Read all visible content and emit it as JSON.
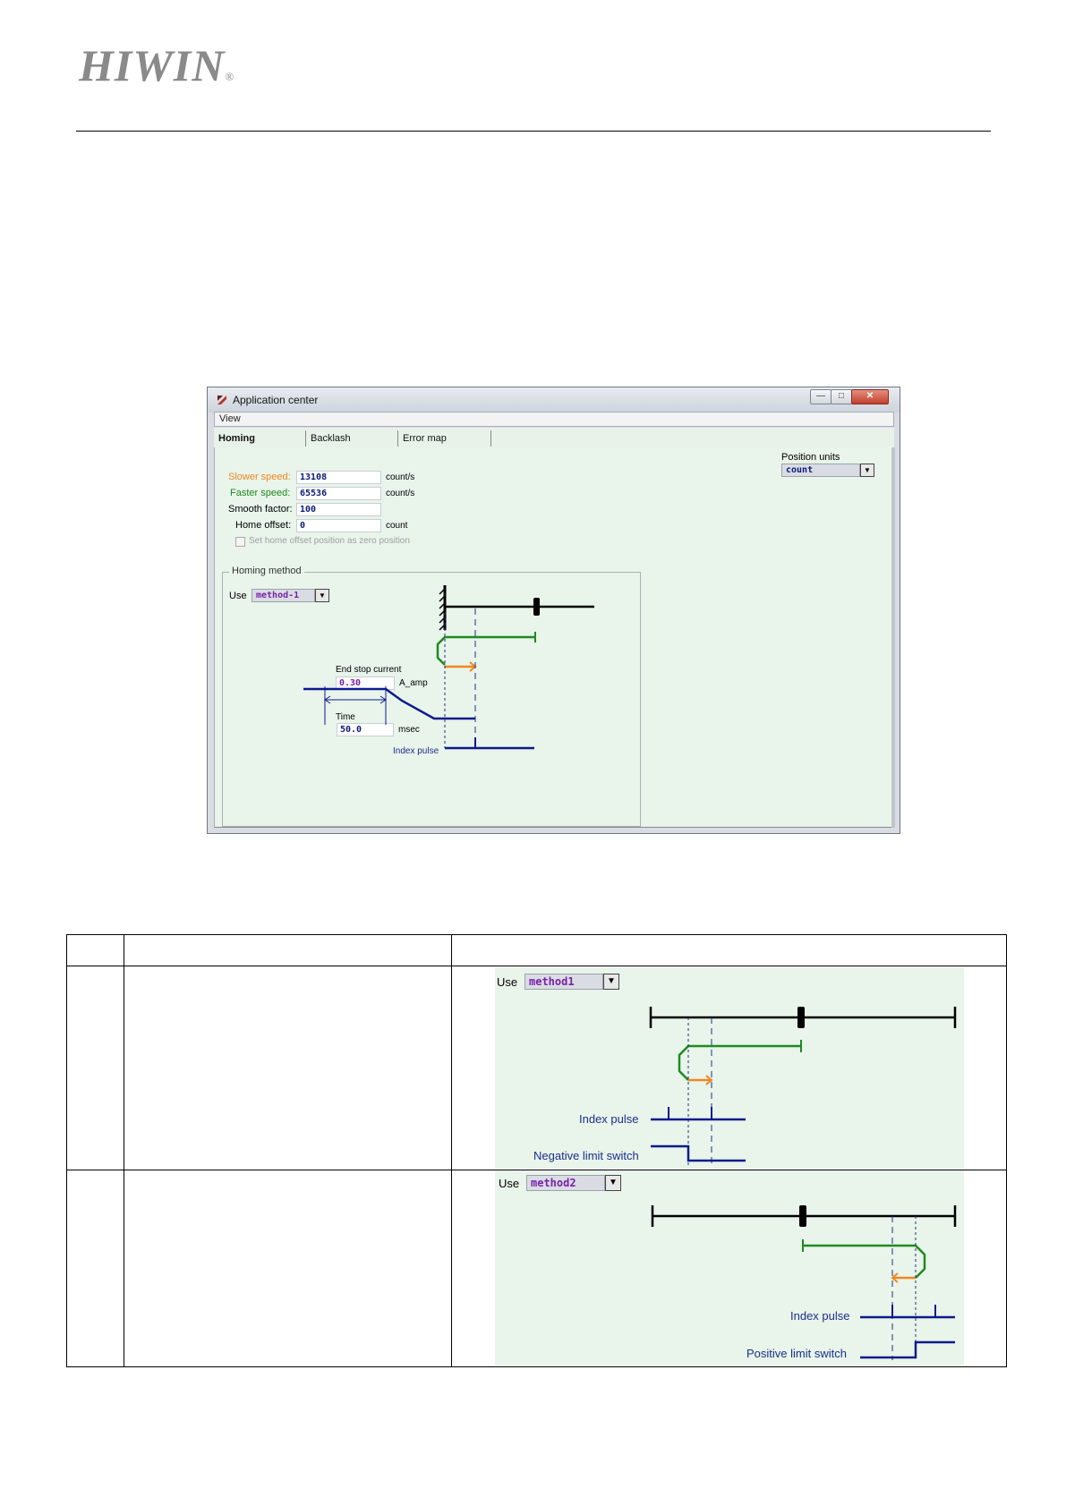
{
  "header": {
    "logo_text": "HIWIN",
    "logo_mark": "®"
  },
  "window": {
    "title": "Application center",
    "controls": {
      "minimize": "—",
      "maximize": "□",
      "close": "✕"
    },
    "menu": {
      "view": "View"
    },
    "tabs": [
      "Homing",
      "Backlash",
      "Error map"
    ],
    "position_units": {
      "label": "Position units",
      "value": "count"
    },
    "fields": {
      "slower_speed": {
        "label": "Slower speed:",
        "value": "13108",
        "unit": "count/s"
      },
      "faster_speed": {
        "label": "Faster speed:",
        "value": "65536",
        "unit": "count/s"
      },
      "smooth_factor": {
        "label": "Smooth factor:",
        "value": "100"
      },
      "home_offset": {
        "label": "Home offset:",
        "value": "0",
        "unit": "count"
      },
      "zero_checkbox": {
        "label": "Set home offset position as zero position",
        "checked": false
      }
    },
    "homing_method": {
      "legend": "Homing method",
      "use_label": "Use",
      "method": "method-1",
      "end_stop_current": {
        "label": "End stop current",
        "value": "0.30",
        "unit": "A_amp"
      },
      "time": {
        "label": "Time",
        "value": "50.0",
        "unit": "msec"
      },
      "index_pulse": "Index pulse"
    }
  },
  "table": {
    "rows": [
      {
        "use_label": "Use",
        "method": "method1",
        "index_pulse": "Index pulse",
        "limit_switch": "Negative limit switch"
      },
      {
        "use_label": "Use",
        "method": "method2",
        "index_pulse": "Index pulse",
        "limit_switch": "Positive limit switch"
      }
    ]
  },
  "colors": {
    "slower_speed": "#f0871e",
    "faster_speed": "#1f8a1f",
    "signal_blue": "#0d1a8c",
    "panel_bg": "#e9f4ea",
    "method_text": "#7a1fa8"
  },
  "icons": [
    "app-icon",
    "dropdown-arrow-icon",
    "checkbox-icon"
  ]
}
